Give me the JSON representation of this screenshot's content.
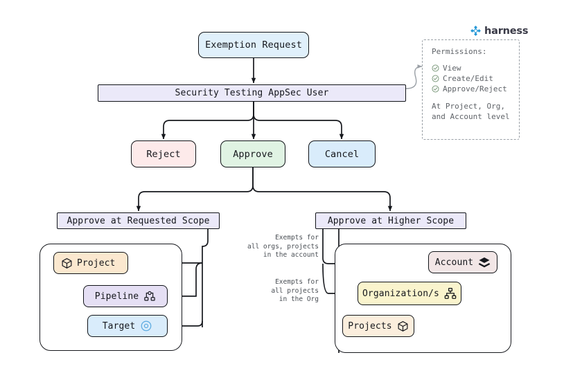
{
  "brand": {
    "name": "harness",
    "logo_icon": "harness-clover-icon",
    "accent_color": "#2196d6"
  },
  "flow": {
    "start": {
      "label": "Exemption Request",
      "color": "#e0f0fb"
    },
    "actor": {
      "label": "Security Testing AppSec User",
      "color": "#ebe9f9"
    },
    "actions": [
      {
        "name": "reject",
        "label": "Reject",
        "color": "#fdeaea"
      },
      {
        "name": "approve",
        "label": "Approve",
        "color": "#e0f3e3"
      },
      {
        "name": "cancel",
        "label": "Cancel",
        "color": "#d9ecfb"
      }
    ],
    "scopes": [
      {
        "name": "requested-scope",
        "label": "Approve at Requested Scope",
        "color": "#ebe9f9"
      },
      {
        "name": "higher-scope",
        "label": "Approve at Higher Scope",
        "color": "#ebe9f9"
      }
    ]
  },
  "permissions": {
    "title": "Permissions:",
    "items": [
      {
        "label": "View",
        "icon": "check-circle-icon"
      },
      {
        "label": "Create/Edit",
        "icon": "check-circle-icon"
      },
      {
        "label": "Approve/Reject",
        "icon": "check-circle-icon"
      }
    ],
    "footer_line1": "At Project, Org,",
    "footer_line2": "and Account level"
  },
  "requested_scope_cluster": {
    "nodes": [
      {
        "name": "project",
        "label": "Project",
        "icon": "cube-icon",
        "icon_side": "left",
        "color": "#fbe8cf"
      },
      {
        "name": "pipeline",
        "label": "Pipeline",
        "icon": "pipeline-nodes-icon",
        "icon_side": "right",
        "color": "#e5dff4"
      },
      {
        "name": "target",
        "label": "Target",
        "icon": "target-circle-icon",
        "icon_side": "right",
        "color": "#d9ecfb"
      }
    ]
  },
  "higher_scope_cluster": {
    "nodes": [
      {
        "name": "account",
        "label": "Account",
        "icon": "layers-icon",
        "icon_side": "right",
        "color": "#f2e6e6"
      },
      {
        "name": "organizations",
        "label": "Organization/s",
        "icon": "org-chart-icon",
        "icon_side": "right",
        "color": "#faf4cd"
      },
      {
        "name": "projects",
        "label": "Projects",
        "icon": "cube-icon",
        "icon_side": "right",
        "color": "#fbeedd"
      }
    ],
    "annotations": [
      {
        "name": "exempts-account",
        "text": "Exempts for\nall orgs, projects\nin the account"
      },
      {
        "name": "exempts-org",
        "text": "Exempts for\nall projects\nin the Org"
      }
    ]
  }
}
